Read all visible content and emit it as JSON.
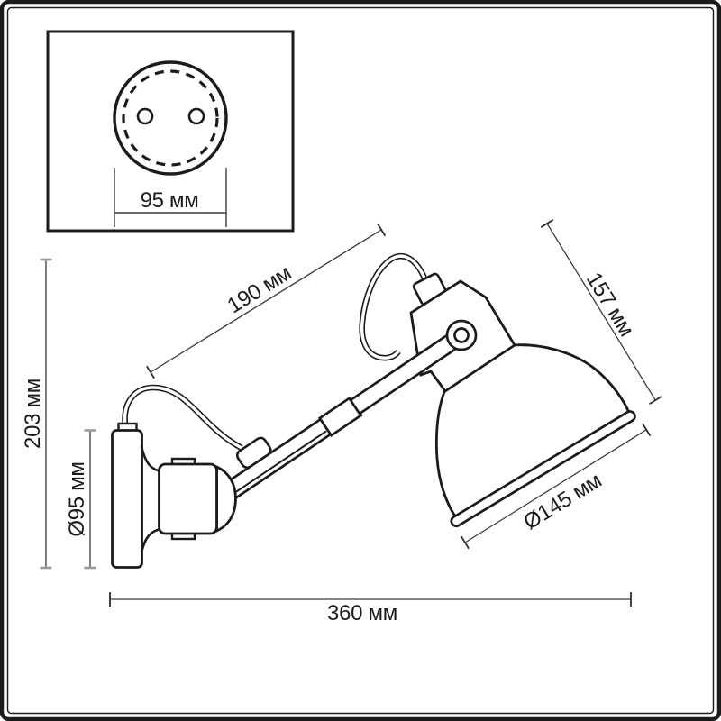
{
  "diagram": {
    "type": "technical-dimension-drawing",
    "subject": "articulated wall lamp (sconce) with bell shade and round wall mount",
    "units": "мм"
  },
  "colors": {
    "background": "#ffffff",
    "outline": "#1b1b1b",
    "dimension_line": "#3c3c3c",
    "gray_tick": "#9a9a9a",
    "text": "#1b1b1b"
  },
  "dimensions": {
    "mount_hole_spacing": {
      "label": "95 мм"
    },
    "arm_length": {
      "label": "190 мм"
    },
    "shade_height": {
      "label": "157 мм"
    },
    "overall_height": {
      "label": "203 мм"
    },
    "base_diameter": {
      "label": "Ø95 мм"
    },
    "shade_diameter": {
      "label": "Ø145 мм"
    },
    "overall_depth": {
      "label": "360 мм"
    }
  }
}
